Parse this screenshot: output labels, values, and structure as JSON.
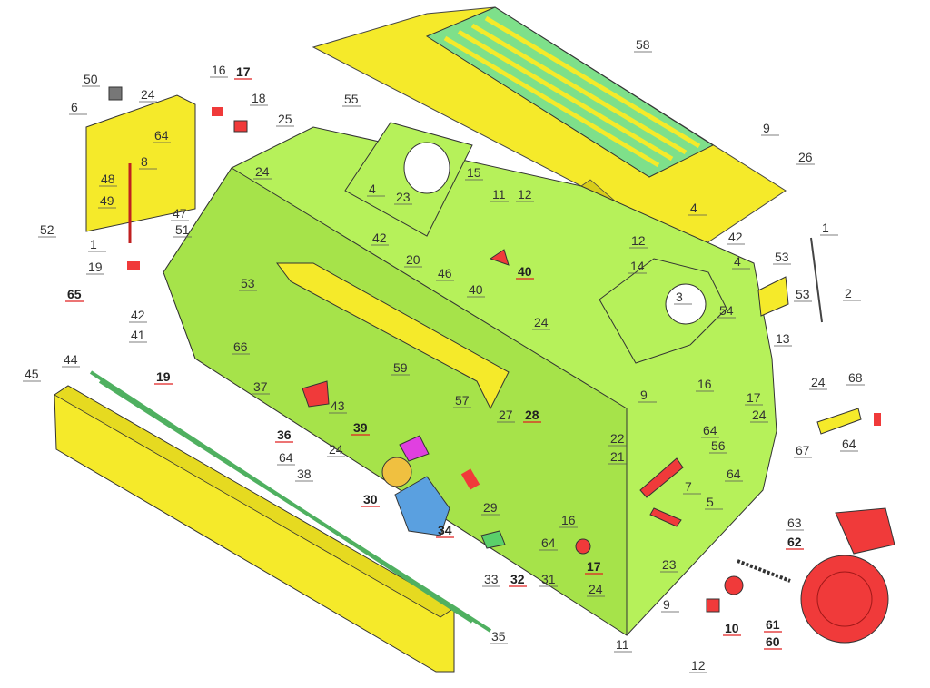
{
  "diagram": {
    "type": "exploded-parts-diagram",
    "colors": {
      "body": "#b6f15a",
      "cover": "#f5ea2a",
      "grate": "#7ee08a",
      "engine": "#f03a3a",
      "hopper": "#5aa0e0",
      "magenta": "#e040e0",
      "highlight_underline": "#e02020"
    }
  },
  "labels": [
    {
      "text": "50"
    },
    {
      "text": "16"
    },
    {
      "text": "17",
      "hl": true
    },
    {
      "text": "24"
    },
    {
      "text": "18"
    },
    {
      "text": "6"
    },
    {
      "text": "25"
    },
    {
      "text": "55"
    },
    {
      "text": "58"
    },
    {
      "text": "64"
    },
    {
      "text": "8"
    },
    {
      "text": "48"
    },
    {
      "text": "24"
    },
    {
      "text": "15"
    },
    {
      "text": "26"
    },
    {
      "text": "9"
    },
    {
      "text": "49"
    },
    {
      "text": "47"
    },
    {
      "text": "4"
    },
    {
      "text": "23"
    },
    {
      "text": "11"
    },
    {
      "text": "12"
    },
    {
      "text": "4"
    },
    {
      "text": "52"
    },
    {
      "text": "51"
    },
    {
      "text": "42"
    },
    {
      "text": "1"
    },
    {
      "text": "1"
    },
    {
      "text": "20"
    },
    {
      "text": "12"
    },
    {
      "text": "42"
    },
    {
      "text": "53"
    },
    {
      "text": "19"
    },
    {
      "text": "46"
    },
    {
      "text": "40",
      "hl": true
    },
    {
      "text": "14"
    },
    {
      "text": "4"
    },
    {
      "text": "65",
      "hl": true
    },
    {
      "text": "53"
    },
    {
      "text": "40"
    },
    {
      "text": "3"
    },
    {
      "text": "53"
    },
    {
      "text": "2"
    },
    {
      "text": "54"
    },
    {
      "text": "42"
    },
    {
      "text": "41"
    },
    {
      "text": "24"
    },
    {
      "text": "13"
    },
    {
      "text": "66"
    },
    {
      "text": "19",
      "hl": true
    },
    {
      "text": "44"
    },
    {
      "text": "45"
    },
    {
      "text": "59"
    },
    {
      "text": "37"
    },
    {
      "text": "16"
    },
    {
      "text": "9"
    },
    {
      "text": "24"
    },
    {
      "text": "68"
    },
    {
      "text": "17"
    },
    {
      "text": "43"
    },
    {
      "text": "27"
    },
    {
      "text": "28",
      "hl": true
    },
    {
      "text": "57"
    },
    {
      "text": "24"
    },
    {
      "text": "64"
    },
    {
      "text": "36",
      "hl": true
    },
    {
      "text": "39",
      "hl": true
    },
    {
      "text": "22"
    },
    {
      "text": "64"
    },
    {
      "text": "24"
    },
    {
      "text": "21"
    },
    {
      "text": "56"
    },
    {
      "text": "64"
    },
    {
      "text": "67"
    },
    {
      "text": "38"
    },
    {
      "text": "7"
    },
    {
      "text": "64"
    },
    {
      "text": "29"
    },
    {
      "text": "30",
      "hl": true
    },
    {
      "text": "5"
    },
    {
      "text": "16"
    },
    {
      "text": "63"
    },
    {
      "text": "62",
      "hl": true
    },
    {
      "text": "64"
    },
    {
      "text": "34",
      "hl": true
    },
    {
      "text": "17",
      "hl": true
    },
    {
      "text": "32",
      "hl": true
    },
    {
      "text": "33"
    },
    {
      "text": "31"
    },
    {
      "text": "23"
    },
    {
      "text": "24"
    },
    {
      "text": "61",
      "hl": true
    },
    {
      "text": "9"
    },
    {
      "text": "10",
      "hl": true
    },
    {
      "text": "11"
    },
    {
      "text": "60",
      "hl": true
    },
    {
      "text": "35"
    },
    {
      "text": "12"
    }
  ]
}
